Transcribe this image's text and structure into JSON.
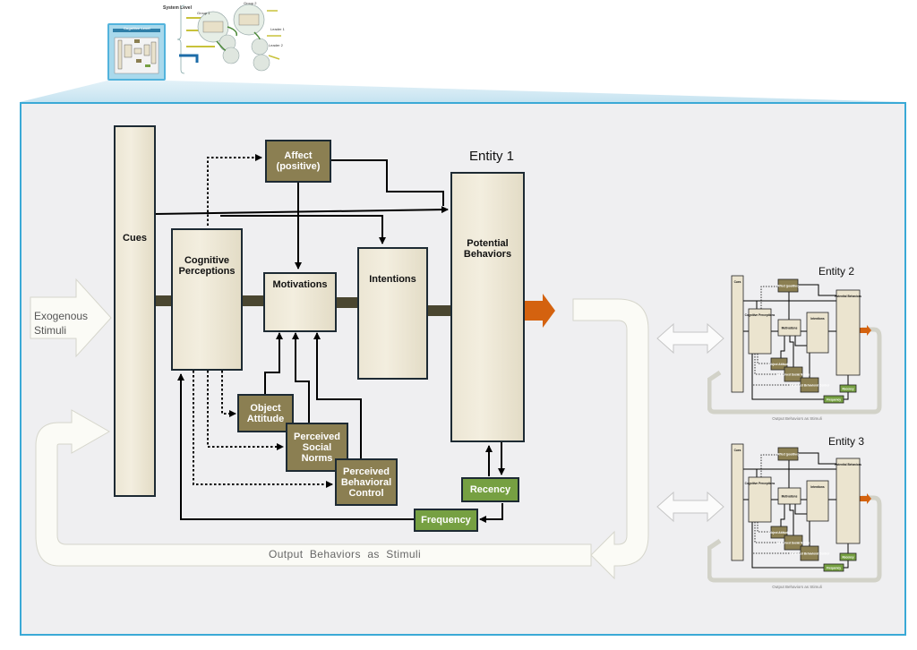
{
  "thumbnail": {
    "title": "Cognitive Level",
    "system_label": "System Level",
    "group_labels": [
      "Group 1",
      "Group 2",
      "Leader 1",
      "Leader 2"
    ]
  },
  "diagram": {
    "entity_1": "Entity 1",
    "entity_2": "Entity 2",
    "entity_3": "Entity 3",
    "exogenous_line1": "Exogenous",
    "exogenous_line2": "Stimuli",
    "output_behaviors": "Output  Behaviors  as  Stimuli",
    "mini_output_behaviors": "Output Behaviors as Stimuli",
    "boxes": {
      "cues": "Cues",
      "cognitive_perceptions": "Cognitive Perceptions",
      "affect": "Affect (positive)",
      "motivations": "Motivations",
      "intentions": "Intentions",
      "potential_behaviors": "Potential Behaviors",
      "object_attitude": "Object Attitude",
      "perceived_social_norms": "Perceived Social Norms",
      "perceived_behavioral_control": "Perceived Behavioral Control",
      "recency": "Recency",
      "frequency": "Frequency"
    }
  },
  "colors": {
    "panel_border": "#3aa9d6",
    "cream_box": "#efe9d8",
    "olive_box": "#8b7f52",
    "green_box": "#76a042",
    "orange_arrow": "#d4620f",
    "flow_arrow": "#4a4630"
  }
}
